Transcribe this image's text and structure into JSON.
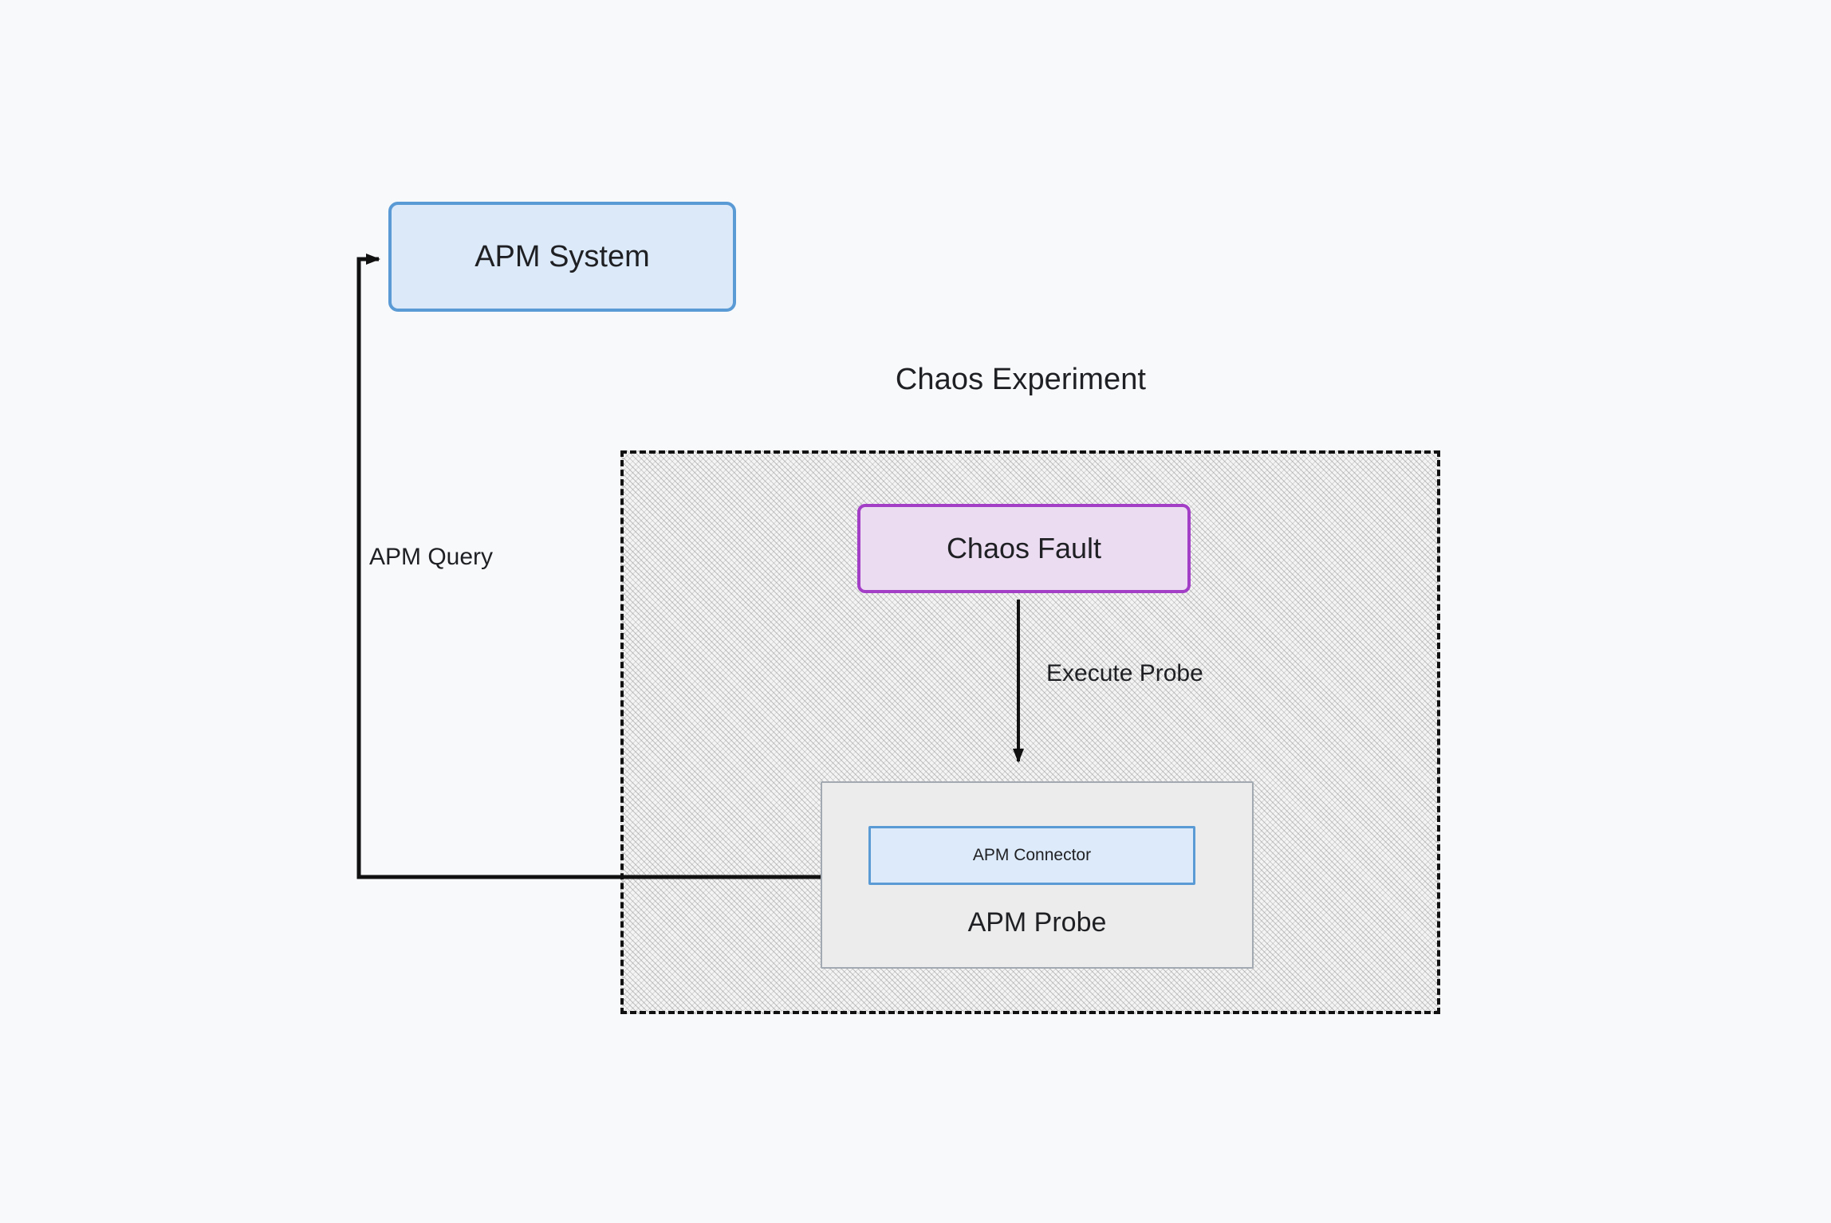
{
  "diagram": {
    "title": "Chaos Experiment",
    "background_color": "#f7f9fb",
    "nodes": {
      "apm_system": {
        "label": "APM System",
        "fill": "#dce9f8",
        "stroke": "#5b9bd5"
      },
      "chaos_fault": {
        "label": "Chaos Fault",
        "fill": "#ecdcf2",
        "stroke": "#a33fc7"
      },
      "apm_probe": {
        "label": "APM Probe",
        "fill": "#ececec",
        "stroke": "#a2a9b0"
      },
      "apm_connector": {
        "label": "APM Connector",
        "fill": "#ddeaf9",
        "stroke": "#5b9bd5"
      }
    },
    "group": {
      "label": "Chaos Experiment",
      "fill": "#f4f4f4",
      "stroke": "#111111",
      "stroke_style": "dashed",
      "pattern": "diagonal-hatch"
    },
    "edges": [
      {
        "id": "execute-probe",
        "label": "Execute Probe",
        "from": "chaos_fault",
        "to": "apm_probe",
        "direction": "down",
        "color": "#111111"
      },
      {
        "id": "apm-query",
        "label": "APM Query",
        "from": "apm_probe",
        "to": "apm_system",
        "direction": "left-then-up",
        "color": "#111111"
      }
    ]
  }
}
